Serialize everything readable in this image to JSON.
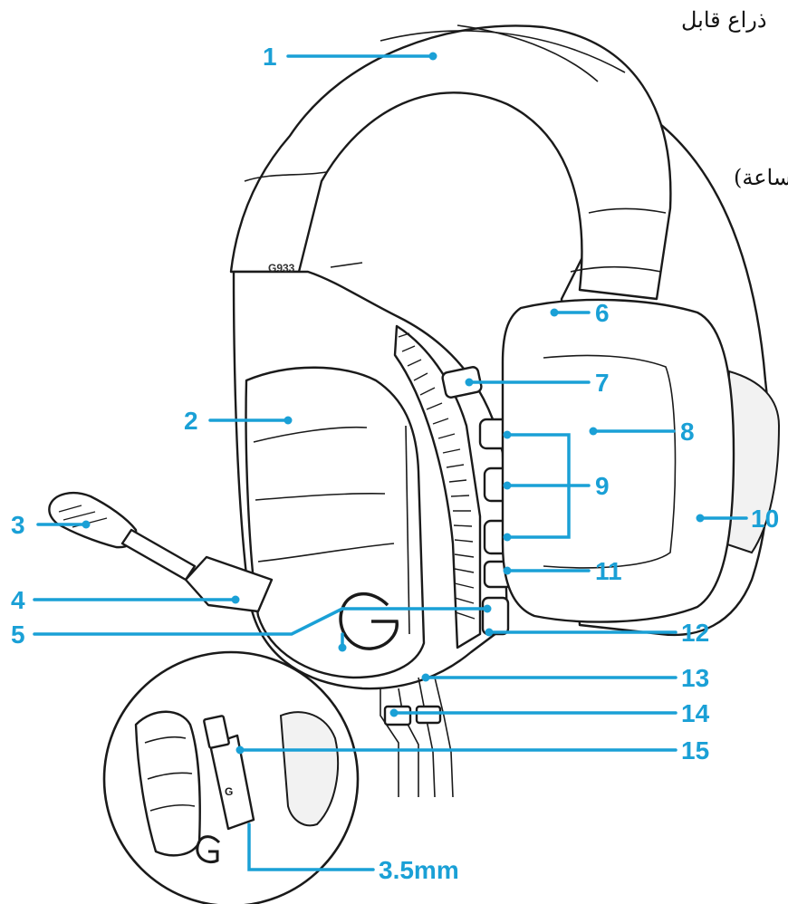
{
  "colors": {
    "accent": "#1aa0d6",
    "ink": "#1a1a1a"
  },
  "text_fragments": [
    "ذراع قابل",
    "ساعة)"
  ],
  "headset_model_label": "G933",
  "callouts": [
    "1",
    "2",
    "3",
    "4",
    "5",
    "6",
    "7",
    "8",
    "9",
    "10",
    "11",
    "12",
    "13",
    "14",
    "15",
    "3.5mm"
  ]
}
